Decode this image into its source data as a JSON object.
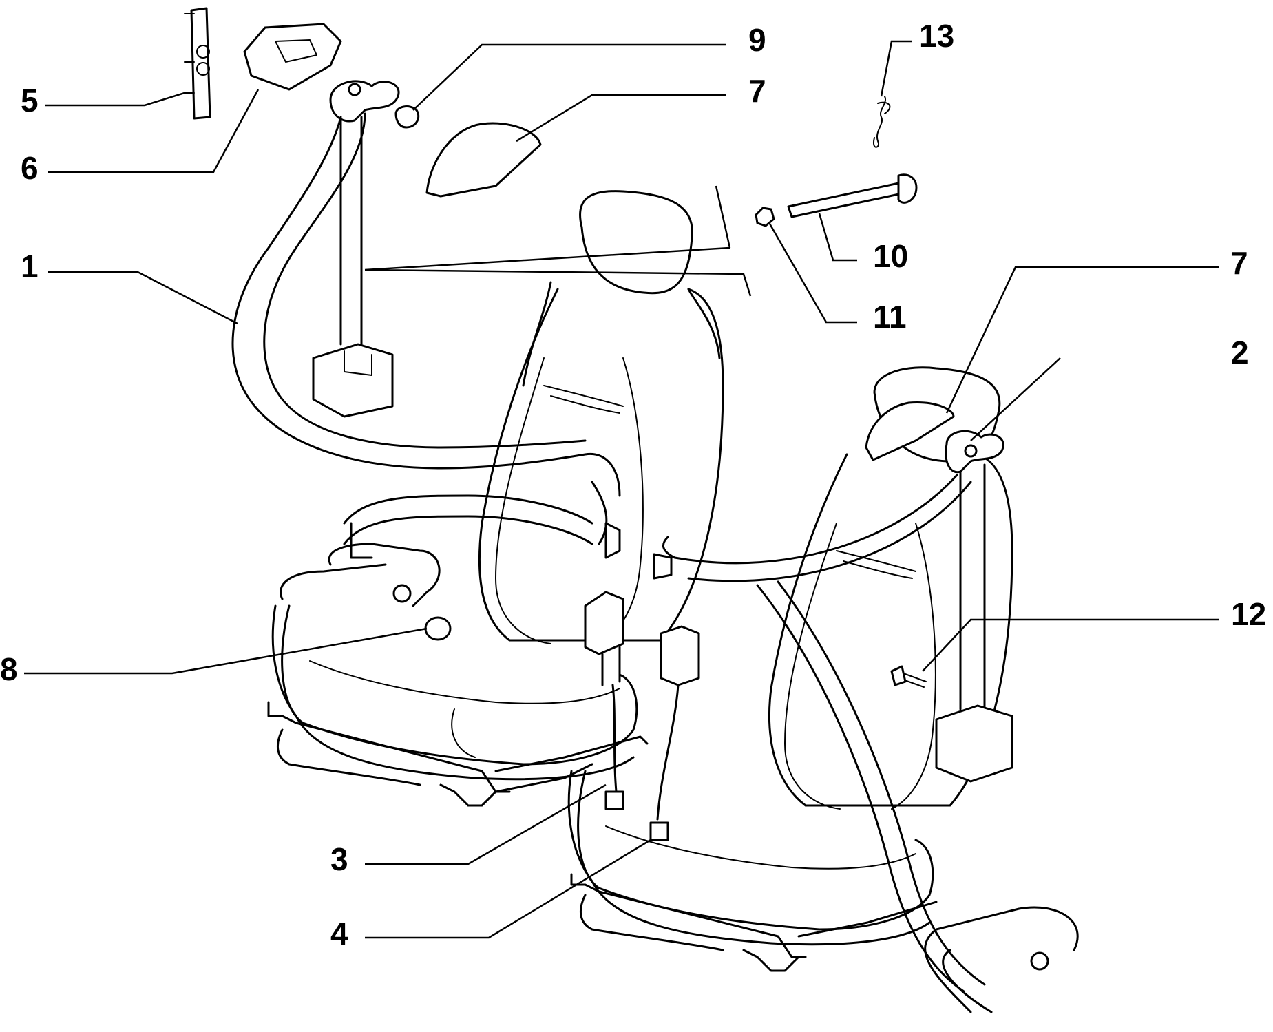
{
  "callouts": [
    {
      "id": "c1",
      "label": "1"
    },
    {
      "id": "c2",
      "label": "2"
    },
    {
      "id": "c3",
      "label": "3"
    },
    {
      "id": "c4",
      "label": "4"
    },
    {
      "id": "c5",
      "label": "5"
    },
    {
      "id": "c6",
      "label": "6"
    },
    {
      "id": "c7a",
      "label": "7"
    },
    {
      "id": "c7b",
      "label": "7"
    },
    {
      "id": "c8",
      "label": "8"
    },
    {
      "id": "c9",
      "label": "9"
    },
    {
      "id": "c10",
      "label": "10"
    },
    {
      "id": "c11",
      "label": "11"
    },
    {
      "id": "c12",
      "label": "12"
    },
    {
      "id": "c13",
      "label": "13"
    }
  ]
}
